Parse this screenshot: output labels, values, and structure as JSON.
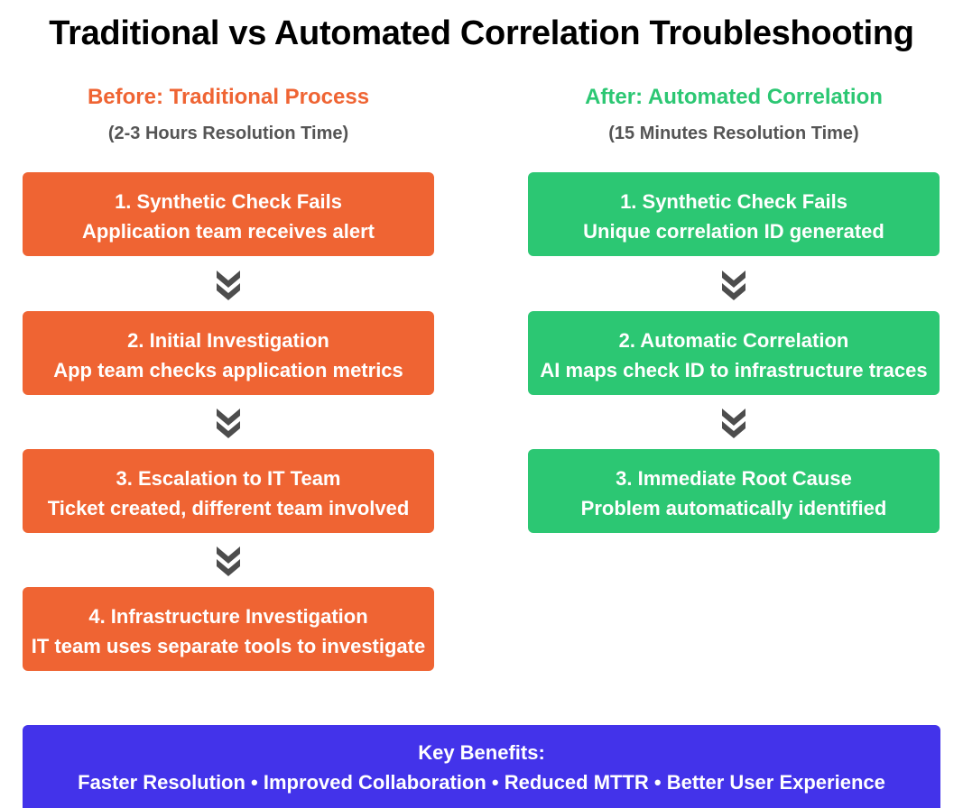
{
  "title": "Traditional vs Automated Correlation Troubleshooting",
  "before": {
    "heading": "Before: Traditional Process",
    "subtitle": "(2-3 Hours Resolution Time)",
    "color": "#ef6433",
    "steps": [
      {
        "title": "1. Synthetic Check Fails",
        "desc": "Application team receives alert"
      },
      {
        "title": "2. Initial Investigation",
        "desc": "App team checks application metrics"
      },
      {
        "title": "3. Escalation to IT Team",
        "desc": "Ticket created, different team involved"
      },
      {
        "title": "4. Infrastructure Investigation",
        "desc": "IT team uses separate tools to investigate"
      }
    ]
  },
  "after": {
    "heading": "After: Automated Correlation",
    "subtitle": "(15 Minutes Resolution Time)",
    "color": "#2cc773",
    "steps": [
      {
        "title": "1. Synthetic Check Fails",
        "desc": "Unique correlation ID generated"
      },
      {
        "title": "2. Automatic Correlation",
        "desc": "AI maps check ID to infrastructure traces"
      },
      {
        "title": "3. Immediate Root Cause",
        "desc": "Problem automatically identified"
      }
    ]
  },
  "benefits": {
    "heading": "Key Benefits:",
    "list": "Faster Resolution • Improved Collaboration • Reduced MTTR • Better User Experience",
    "color": "#4333ea"
  },
  "icons": {
    "arrow": "double-chevron-down-icon"
  }
}
